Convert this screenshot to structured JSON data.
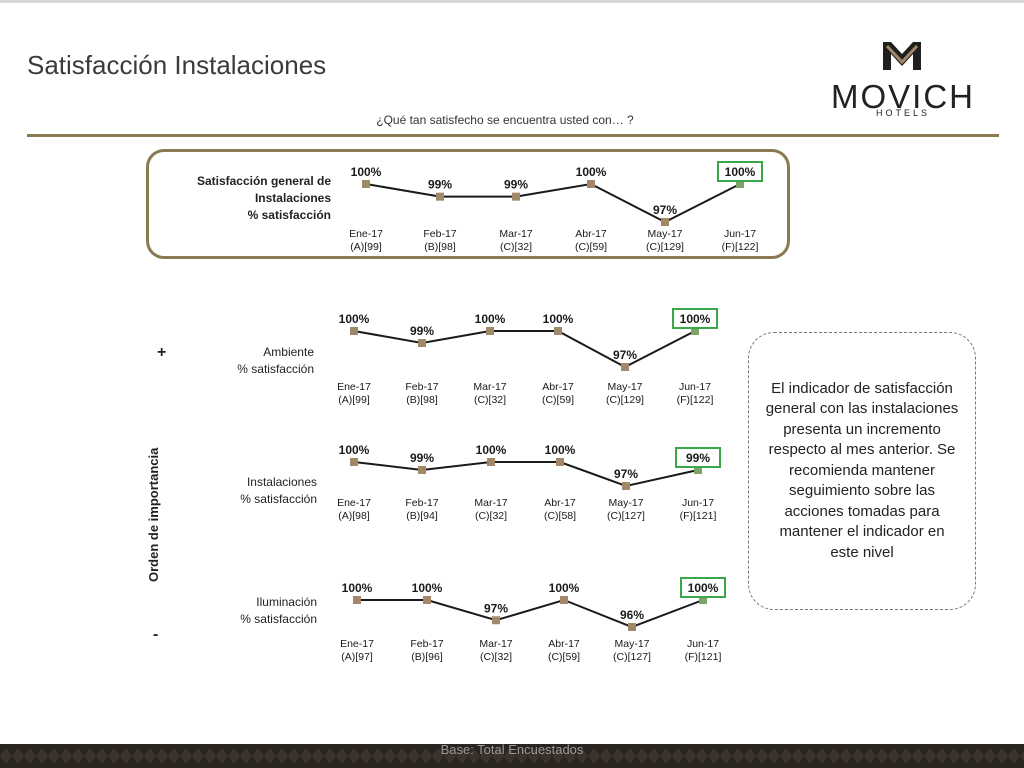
{
  "page": {
    "title": "Satisfacción Instalaciones"
  },
  "logo": {
    "brand": "MOVICH",
    "subtitle": "HOTELS"
  },
  "question": "¿Qué tan satisfecho se encuentra usted con… ?",
  "order": {
    "label": "Orden de importancia",
    "plus": "+",
    "minus": "-"
  },
  "labels": {
    "main": [
      "Satisfacción general de",
      "Instalaciones",
      "% satisfacción"
    ],
    "ambiente": [
      "Ambiente",
      "% satisfacción"
    ],
    "instalaciones": [
      "Instalaciones",
      "% satisfacción"
    ],
    "iluminacion": [
      "Iluminación",
      "% satisfacción"
    ]
  },
  "callout": "El indicador de satisfacción general con las instalaciones presenta un incremento respecto al mes anterior. Se recomienda mantener seguimiento sobre las acciones tomadas para mantener el indicador en este nivel",
  "footer": "Base: Total Encuestados",
  "colors": {
    "gold": "#8a7a52",
    "marker": "#a08868",
    "line": "#1a1a1a",
    "highlight": "#3aa84a",
    "lastMarker": "#7fa26a"
  },
  "chart_data": [
    {
      "type": "line",
      "name": "main",
      "categories": [
        "Ene-17\n(A)[99]",
        "Feb-17\n(B)[98]",
        "Mar-17\n(C)[32]",
        "Abr-17\n(C)[59]",
        "May-17\n(C)[129]",
        "Jun-17\n(F)[122]"
      ],
      "values": [
        100,
        99,
        99,
        100,
        97,
        100
      ],
      "labels": [
        "100%",
        "99%",
        "99%",
        "100%",
        "97%",
        "100%"
      ],
      "highlight_last": true
    },
    {
      "type": "line",
      "name": "ambiente",
      "categories": [
        "Ene-17\n(A)[99]",
        "Feb-17\n(B)[98]",
        "Mar-17\n(C)[32]",
        "Abr-17\n(C)[59]",
        "May-17\n(C)[129]",
        "Jun-17\n(F)[122]"
      ],
      "values": [
        100,
        99,
        100,
        100,
        97,
        100
      ],
      "labels": [
        "100%",
        "99%",
        "100%",
        "100%",
        "97%",
        "100%"
      ],
      "highlight_last": true
    },
    {
      "type": "line",
      "name": "instalaciones",
      "categories": [
        "Ene-17\n(A)[98]",
        "Feb-17\n(B)[94]",
        "Mar-17\n(C)[32]",
        "Abr-17\n(C)[58]",
        "May-17\n(C)[127]",
        "Jun-17\n(F)[121]"
      ],
      "values": [
        100,
        99,
        100,
        100,
        97,
        99
      ],
      "labels": [
        "100%",
        "99%",
        "100%",
        "100%",
        "97%",
        "99%"
      ],
      "highlight_last": true
    },
    {
      "type": "line",
      "name": "iluminacion",
      "categories": [
        "Ene-17\n(A)[97]",
        "Feb-17\n(B)[96]",
        "Mar-17\n(C)[32]",
        "Abr-17\n(C)[59]",
        "May-17\n(C)[127]",
        "Jun-17\n(F)[121]"
      ],
      "values": [
        100,
        100,
        97,
        100,
        96,
        100
      ],
      "labels": [
        "100%",
        "100%",
        "97%",
        "100%",
        "96%",
        "100%"
      ],
      "highlight_last": true
    }
  ]
}
